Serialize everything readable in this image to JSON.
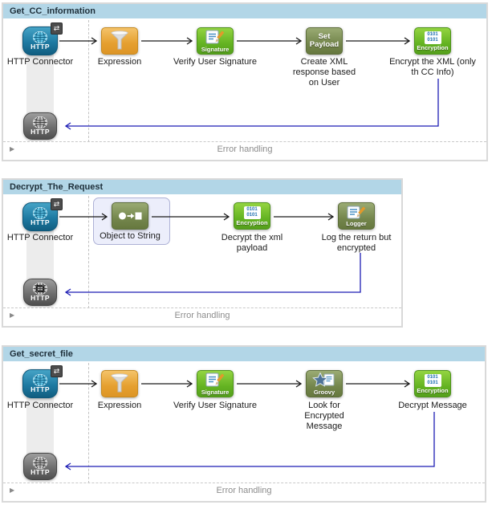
{
  "palette": {
    "header_blue": "#b2d6e7",
    "http_blue": "#1e7aa2",
    "step_green": "#64b322",
    "step_olive": "#74864c",
    "step_orange": "#e59f2f",
    "return_wire_blue": "#1c1cb4",
    "selection_fill": "#eceefb"
  },
  "icons": {
    "twisty": "▶",
    "two_way": "⇄"
  },
  "flows": [
    {
      "name": "Get_CC_information",
      "error_label": "Error handling",
      "steps": [
        {
          "label": "HTTP Connector",
          "icon_text": "HTTP"
        },
        {
          "label": "Expression"
        },
        {
          "label": "Verify User Signature",
          "icon_text": "Signature"
        },
        {
          "label": "Create XML response based on User",
          "icon_text": "Set Payload"
        },
        {
          "label": "Encrypt the XML (only th CC Info)",
          "icon_text": "Encryption",
          "icon_binary": "0101 0101"
        }
      ],
      "response": {
        "icon_text": "HTTP"
      }
    },
    {
      "name": "Decrypt_The_Request",
      "error_label": "Error handling",
      "steps": [
        {
          "label": "HTTP Connector",
          "icon_text": "HTTP"
        },
        {
          "label": "Object to String",
          "selected": true
        },
        {
          "label": "Decrypt the xml payload",
          "icon_text": "Encryption",
          "icon_binary": "0101 0101"
        },
        {
          "label": "Log the return but encrypted",
          "icon_text": "Logger"
        }
      ],
      "response": {
        "icon_text": "HTTP"
      }
    },
    {
      "name": "Get_secret_file",
      "error_label": "Error handling",
      "steps": [
        {
          "label": "HTTP Connector",
          "icon_text": "HTTP"
        },
        {
          "label": "Expression"
        },
        {
          "label": "Verify User Signature",
          "icon_text": "Signature"
        },
        {
          "label": "Look for Encrypted Message",
          "icon_text": "Groovy"
        },
        {
          "label": "Decrypt Message",
          "icon_text": "Encryption",
          "icon_binary": "0101 0101"
        }
      ],
      "response": {
        "icon_text": "HTTP"
      }
    }
  ]
}
